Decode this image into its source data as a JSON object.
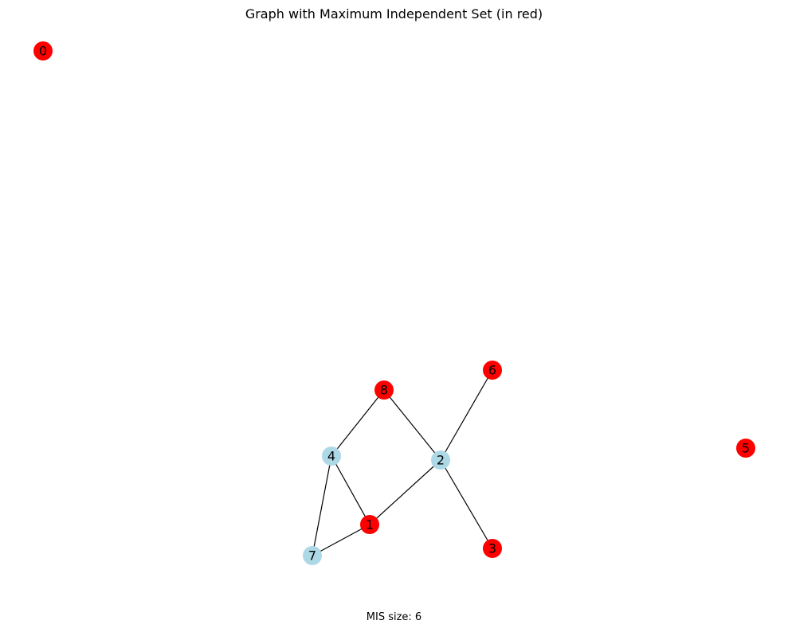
{
  "figure": {
    "title": "Graph with Maximum Independent Set (in red)",
    "caption": "MIS size: 6"
  },
  "colors": {
    "mis_node": "#ff0000",
    "other_node": "#add8e6",
    "edge": "#000000",
    "label": "#000000"
  },
  "graph": {
    "nodes": [
      {
        "id": "0",
        "in_mis": true
      },
      {
        "id": "1",
        "in_mis": true
      },
      {
        "id": "2",
        "in_mis": false
      },
      {
        "id": "3",
        "in_mis": true
      },
      {
        "id": "4",
        "in_mis": false
      },
      {
        "id": "5",
        "in_mis": true
      },
      {
        "id": "6",
        "in_mis": true
      },
      {
        "id": "7",
        "in_mis": false
      },
      {
        "id": "8",
        "in_mis": true
      }
    ],
    "edges": [
      [
        "8",
        "4"
      ],
      [
        "8",
        "2"
      ],
      [
        "6",
        "2"
      ],
      [
        "4",
        "1"
      ],
      [
        "4",
        "7"
      ],
      [
        "2",
        "1"
      ],
      [
        "2",
        "3"
      ],
      [
        "1",
        "7"
      ]
    ]
  }
}
